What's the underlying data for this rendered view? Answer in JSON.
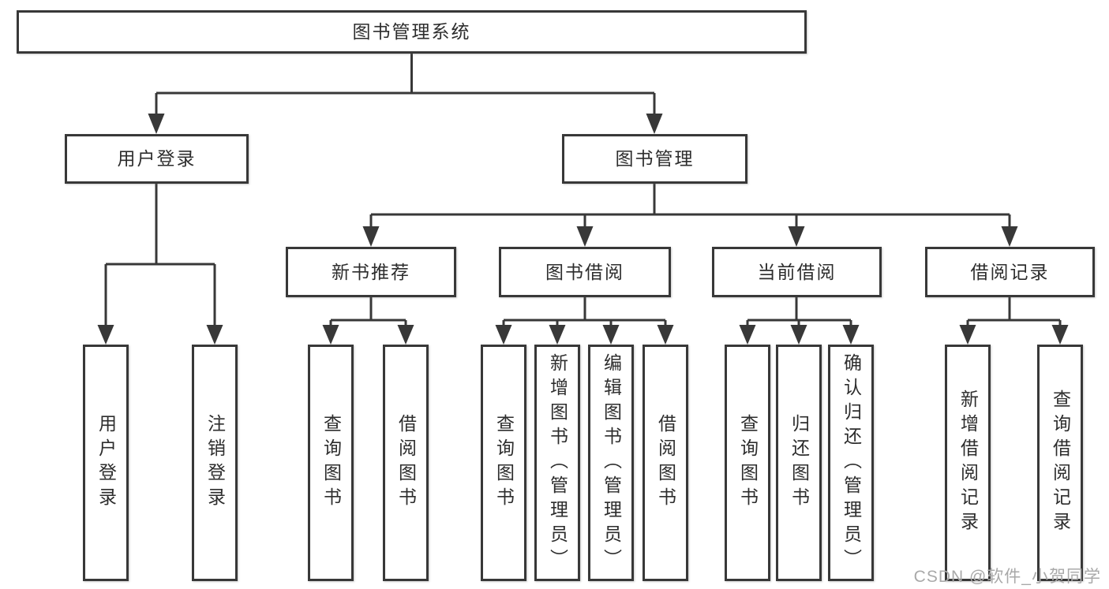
{
  "diagram": {
    "root": {
      "label": "图书管理系统"
    },
    "level2": [
      {
        "label": "用户登录"
      },
      {
        "label": "图书管理"
      }
    ],
    "level3": [
      {
        "label": "新书推荐",
        "parent": "图书管理"
      },
      {
        "label": "图书借阅",
        "parent": "图书管理"
      },
      {
        "label": "当前借阅",
        "parent": "图书管理"
      },
      {
        "label": "借阅记录",
        "parent": "图书管理"
      }
    ],
    "leaves": [
      {
        "label": "用户登录",
        "parent": "用户登录"
      },
      {
        "label": "注销登录",
        "parent": "用户登录"
      },
      {
        "label": "查询图书",
        "parent": "新书推荐"
      },
      {
        "label": "借阅图书",
        "parent": "新书推荐"
      },
      {
        "label": "查询图书",
        "parent": "图书借阅"
      },
      {
        "label": "新增图书（管理员）",
        "parent": "图书借阅"
      },
      {
        "label": "编辑图书（管理员）",
        "parent": "图书借阅"
      },
      {
        "label": "借阅图书",
        "parent": "图书借阅"
      },
      {
        "label": "查询图书",
        "parent": "当前借阅"
      },
      {
        "label": "归还图书",
        "parent": "当前借阅"
      },
      {
        "label": "确认归还（管理员）",
        "parent": "当前借阅"
      },
      {
        "label": "新增借阅记录",
        "parent": "借阅记录"
      },
      {
        "label": "查询借阅记录",
        "parent": "借阅记录"
      }
    ],
    "colors": {
      "line": "#383838",
      "text": "#2d2d2d",
      "box_background": "#ffffff"
    }
  },
  "watermark": {
    "text": "CSDN @软件_小贺同学",
    "color": "#a9a9a9"
  }
}
